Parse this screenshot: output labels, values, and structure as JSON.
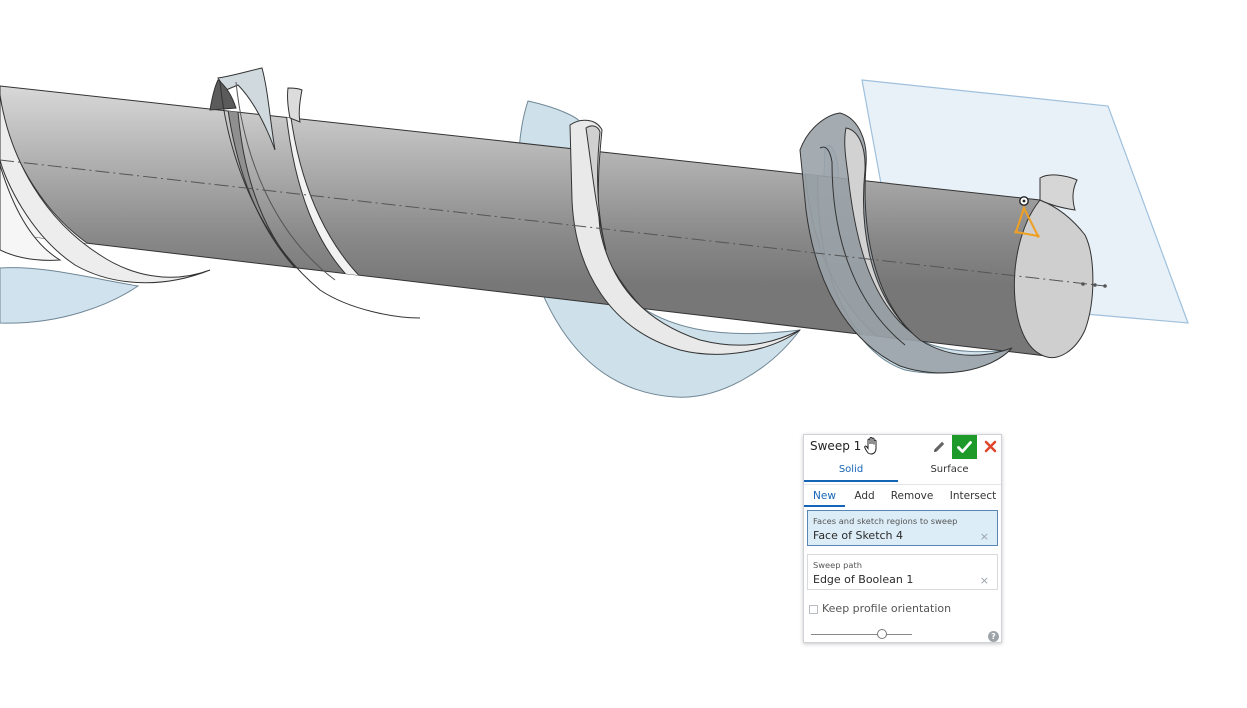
{
  "dialog": {
    "title": "Sweep 1",
    "tabs": [
      {
        "label": "Solid",
        "active": true
      },
      {
        "label": "Surface",
        "active": false
      }
    ],
    "operations": [
      {
        "label": "New",
        "active": true
      },
      {
        "label": "Add",
        "active": false
      },
      {
        "label": "Remove",
        "active": false
      },
      {
        "label": "Intersect",
        "active": false
      }
    ],
    "profiles_field": {
      "label": "Faces and sketch regions to sweep",
      "value": "Face of Sketch 4",
      "clear": "×"
    },
    "path_field": {
      "label": "Sweep path",
      "value": "Edge of Boolean 1",
      "clear": "×"
    },
    "keep_orientation": {
      "label": "Keep profile orientation",
      "checked": false
    },
    "slider_fraction": 0.7,
    "help": "?"
  },
  "colors": {
    "accent": "#1565b7",
    "confirm": "#1e9a2a",
    "cancel": "#e0452b",
    "plane": "#bdd6ea",
    "origin_marker": "#f0a020"
  },
  "icons": [
    "hand-cursor-icon",
    "pencil-icon",
    "checkmark-icon",
    "close-icon",
    "help-icon"
  ]
}
